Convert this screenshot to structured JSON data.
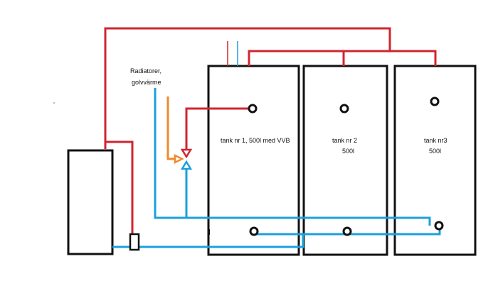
{
  "labels": {
    "radiators_line1": "Radiatorer,",
    "radiators_line2": "golvvärme",
    "tank1": "tank nr 1, 500l med VVB",
    "tank2_name": "tank nr 2",
    "tank2_volume": "500l",
    "tank3_name": "tank nr3",
    "tank3_volume": "500l"
  },
  "colors": {
    "hot_pipe": "#d0252f",
    "cold_pipe": "#1aa0dc",
    "orange_pipe": "#f08a2c",
    "outline": "#111111"
  }
}
